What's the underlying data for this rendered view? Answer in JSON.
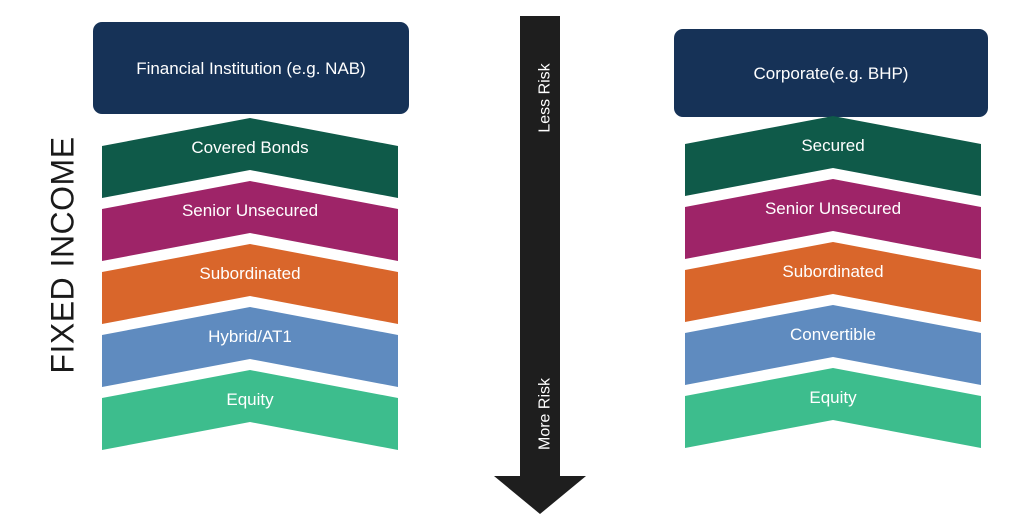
{
  "side_label": "FIXED INCOME",
  "left": {
    "header": "Financial Institution (e.g. NAB)",
    "tiers": [
      {
        "label": "Covered Bonds",
        "color": "#0f5a49"
      },
      {
        "label": "Senior Unsecured",
        "color": "#9e2468"
      },
      {
        "label": "Subordinated",
        "color": "#d9662b"
      },
      {
        "label": "Hybrid/AT1",
        "color": "#5f8bbf"
      },
      {
        "label": "Equity",
        "color": "#3dbd8d"
      }
    ]
  },
  "right": {
    "header": "Corporate(e.g. BHP)",
    "tiers": [
      {
        "label": "Secured",
        "color": "#0f5a49"
      },
      {
        "label": "Senior Unsecured",
        "color": "#9e2468"
      },
      {
        "label": "Subordinated",
        "color": "#d9662b"
      },
      {
        "label": "Convertible",
        "color": "#5f8bbf"
      },
      {
        "label": "Equity",
        "color": "#3dbd8d"
      }
    ]
  },
  "risk_axis": {
    "top_label": "Less Risk",
    "bottom_label": "More Risk",
    "color": "#1e1e1e"
  },
  "colors": {
    "header_bg": "#163257"
  }
}
